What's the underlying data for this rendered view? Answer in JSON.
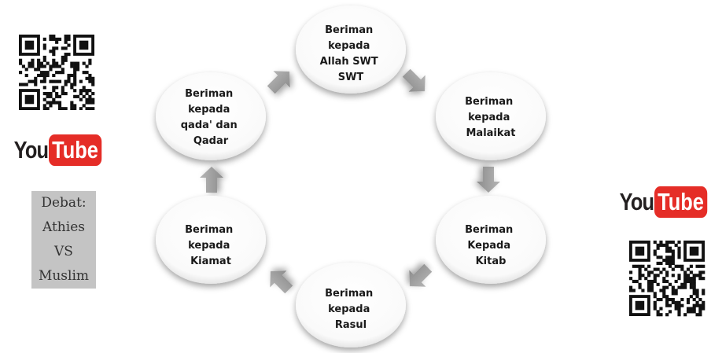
{
  "left_panel": {
    "youtube_you": "You",
    "youtube_tube": "Tube",
    "debat_lines": [
      "Debat:",
      "Athies",
      "VS",
      "Muslim"
    ]
  },
  "right_panel": {
    "youtube_you": "You",
    "youtube_tube": "Tube"
  },
  "diagram": {
    "nodes": [
      {
        "lines": [
          "Beriman",
          "kepada",
          "Allah SWT",
          "SWT"
        ]
      },
      {
        "lines": [
          "Beriman",
          "kepada",
          "Malaikat"
        ]
      },
      {
        "lines": [
          "Beriman",
          "Kepada",
          "Kitab"
        ]
      },
      {
        "lines": [
          "Beriman",
          "kepada",
          "Rasul"
        ]
      },
      {
        "lines": [
          "Beriman",
          "kepada",
          "Kiamat"
        ]
      },
      {
        "lines": [
          "Beriman",
          "kepada",
          "qada' dan",
          "Qadar"
        ]
      }
    ]
  },
  "colors": {
    "youtube_red": "#e52d27",
    "arrow_gray": "#9a9a9a",
    "node_fill": "#ffffff",
    "text": "#1a1a1a"
  }
}
